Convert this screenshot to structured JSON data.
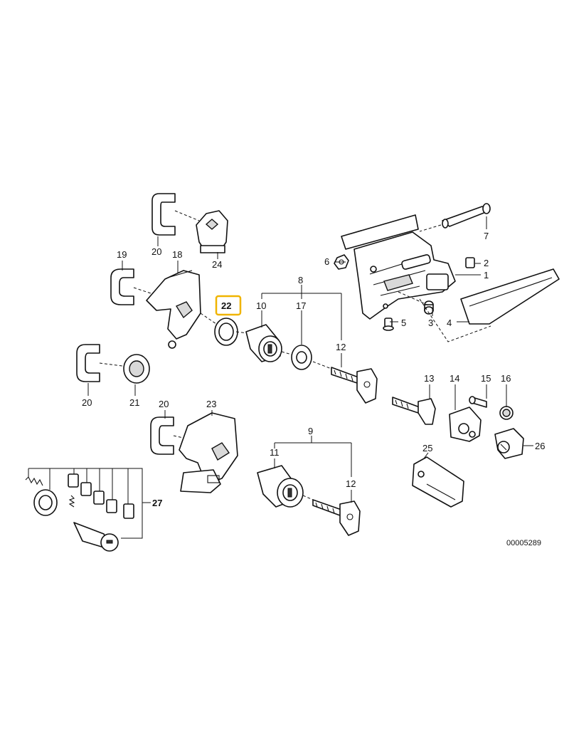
{
  "diagram_id": "00005289",
  "highlighted_part": "22",
  "highlight_color": "#f0b400",
  "callouts": {
    "p1": "1",
    "p2": "2",
    "p3": "3",
    "p4": "4",
    "p5": "5",
    "p6": "6",
    "p7": "7",
    "p8": "8",
    "p9": "9",
    "p10": "10",
    "p11": "11",
    "p12a": "12",
    "p12b": "12",
    "p13": "13",
    "p14": "14",
    "p15": "15",
    "p16": "16",
    "p17": "17",
    "p18": "18",
    "p19": "19",
    "p20a": "20",
    "p20b": "20",
    "p20c": "20",
    "p21": "21",
    "p22": "22",
    "p23": "23",
    "p24": "24",
    "p25": "25",
    "p26": "26",
    "p27": "27"
  }
}
